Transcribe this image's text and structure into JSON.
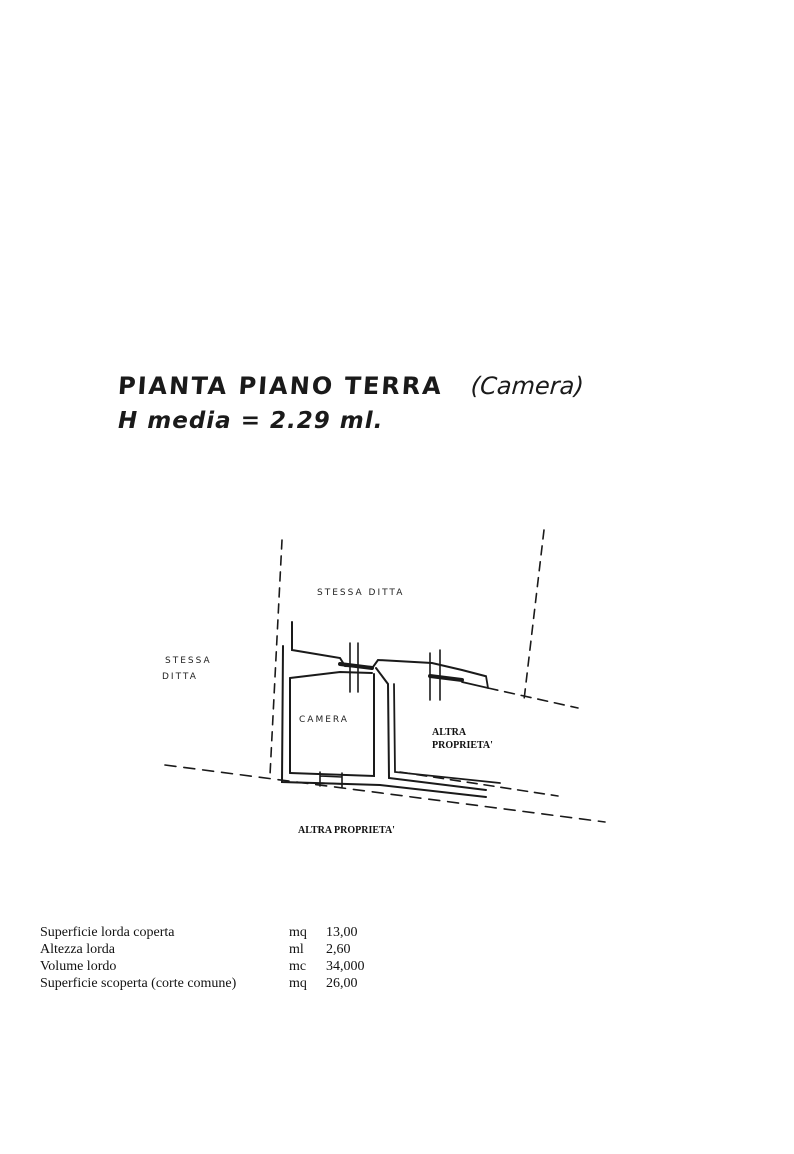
{
  "drawing": {
    "title": "PIANTA PIANO TERRA",
    "title_note": "(Camera)",
    "height_label": "H media = 2.29 ml."
  },
  "plan_labels": {
    "north": "STESSA DITTA",
    "west_line1": "STESSA",
    "west_line2": "DITTA",
    "room": "CAMERA",
    "east_line1": "ALTRA",
    "east_line2": "PROPRIETA'",
    "south": "ALTRA PROPRIETA'"
  },
  "metrics": [
    {
      "label": "Superficie lorda coperta",
      "unit": "mq",
      "value": "13,00"
    },
    {
      "label": "Altezza lorda",
      "unit": "ml",
      "value": "2,60"
    },
    {
      "label": "Volume lordo",
      "unit": "mc",
      "value": "34,000"
    },
    {
      "label": "Superficie scoperta (corte comune)",
      "unit": "mq",
      "value": "26,00"
    }
  ]
}
